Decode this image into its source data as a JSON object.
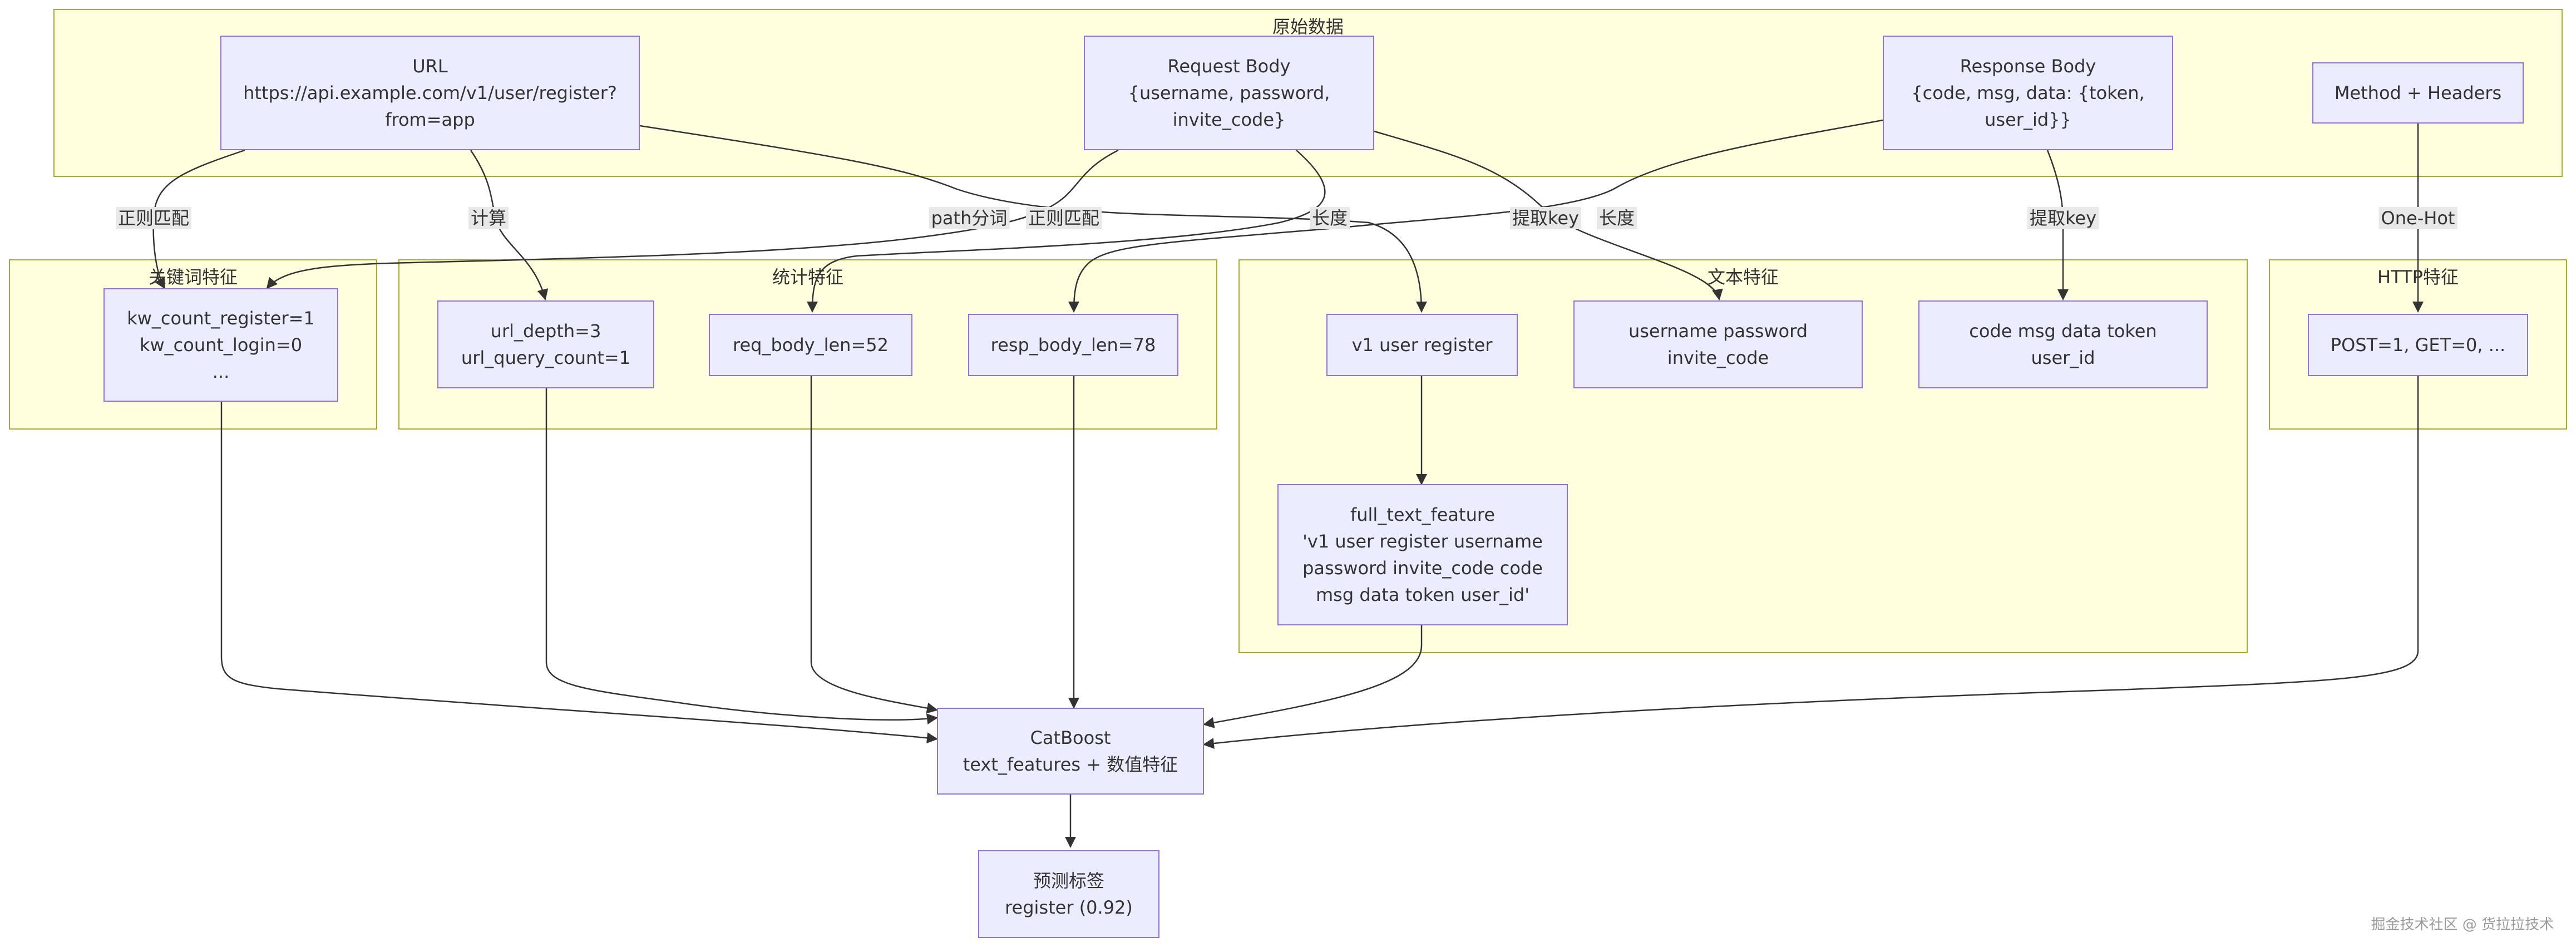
{
  "clusters": {
    "raw": "原始数据",
    "keyword": "关键词特征",
    "stats": "统计特征",
    "text": "文本特征",
    "http": "HTTP特征"
  },
  "nodes": {
    "url": [
      "URL",
      "https://api.example.com/v1/user/register?",
      "from=app"
    ],
    "reqbody": [
      "Request Body",
      "{username, password,",
      "invite_code}"
    ],
    "respbody": [
      "Response Body",
      "{code, msg, data: {token,",
      "user_id}}"
    ],
    "method": [
      "Method + Headers"
    ],
    "kw": [
      "kw_count_register=1",
      "kw_count_login=0",
      "..."
    ],
    "urlstat": [
      "url_depth=3",
      "url_query_count=1"
    ],
    "reqlen": [
      "req_body_len=52"
    ],
    "resplen": [
      "resp_body_len=78"
    ],
    "v1": [
      "v1 user register"
    ],
    "userpw": [
      "username password",
      "invite_code"
    ],
    "codemsg": [
      "code msg data token",
      "user_id"
    ],
    "post": [
      "POST=1, GET=0, ..."
    ],
    "fulltext": [
      "full_text_feature",
      "'v1 user register username",
      "password invite_code code",
      "msg data token user_id'"
    ],
    "catboost": [
      "CatBoost",
      "text_features + 数值特征"
    ],
    "predict": [
      "预测标签",
      "register (0.92)"
    ]
  },
  "edge_labels": {
    "url_kw": "正则匹配",
    "url_stat": "计算",
    "url_v1": "path分词",
    "req_kw": "正则匹配",
    "req_len": "长度",
    "req_userpw": "长度",
    "resp_resplen": "提取key",
    "resp_codemsg": "提取key",
    "method_post": "One-Hot"
  },
  "watermark": "掘金技术社区 @ 货拉拉技术"
}
